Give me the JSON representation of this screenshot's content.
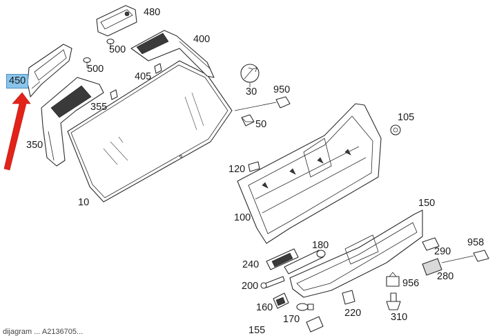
{
  "diagram": {
    "callouts": [
      {
        "id": "480",
        "text": "480"
      },
      {
        "id": "400",
        "text": "400"
      },
      {
        "id": "500a",
        "text": "500"
      },
      {
        "id": "500b",
        "text": "500"
      },
      {
        "id": "405",
        "text": "405"
      },
      {
        "id": "450",
        "text": "450"
      },
      {
        "id": "355",
        "text": "355"
      },
      {
        "id": "350",
        "text": "350"
      },
      {
        "id": "10",
        "text": "10"
      },
      {
        "id": "30",
        "text": "30"
      },
      {
        "id": "950",
        "text": "950"
      },
      {
        "id": "50",
        "text": "50"
      },
      {
        "id": "105",
        "text": "105"
      },
      {
        "id": "120",
        "text": "120"
      },
      {
        "id": "100",
        "text": "100"
      },
      {
        "id": "150",
        "text": "150"
      },
      {
        "id": "180",
        "text": "180"
      },
      {
        "id": "240",
        "text": "240"
      },
      {
        "id": "290",
        "text": "290"
      },
      {
        "id": "958",
        "text": "958"
      },
      {
        "id": "280",
        "text": "280"
      },
      {
        "id": "200",
        "text": "200"
      },
      {
        "id": "956",
        "text": "956"
      },
      {
        "id": "160",
        "text": "160"
      },
      {
        "id": "220",
        "text": "220"
      },
      {
        "id": "170",
        "text": "170"
      },
      {
        "id": "310",
        "text": "310"
      },
      {
        "id": "155",
        "text": "155"
      }
    ],
    "highlighted_callout": "450",
    "arrow_color": "#e2231a",
    "highlight_color": "#89c4ea",
    "footer": "dijagram ... A2136705...",
    "icons": [
      "wrench-circle-icon",
      "red-arrow-icon"
    ]
  }
}
